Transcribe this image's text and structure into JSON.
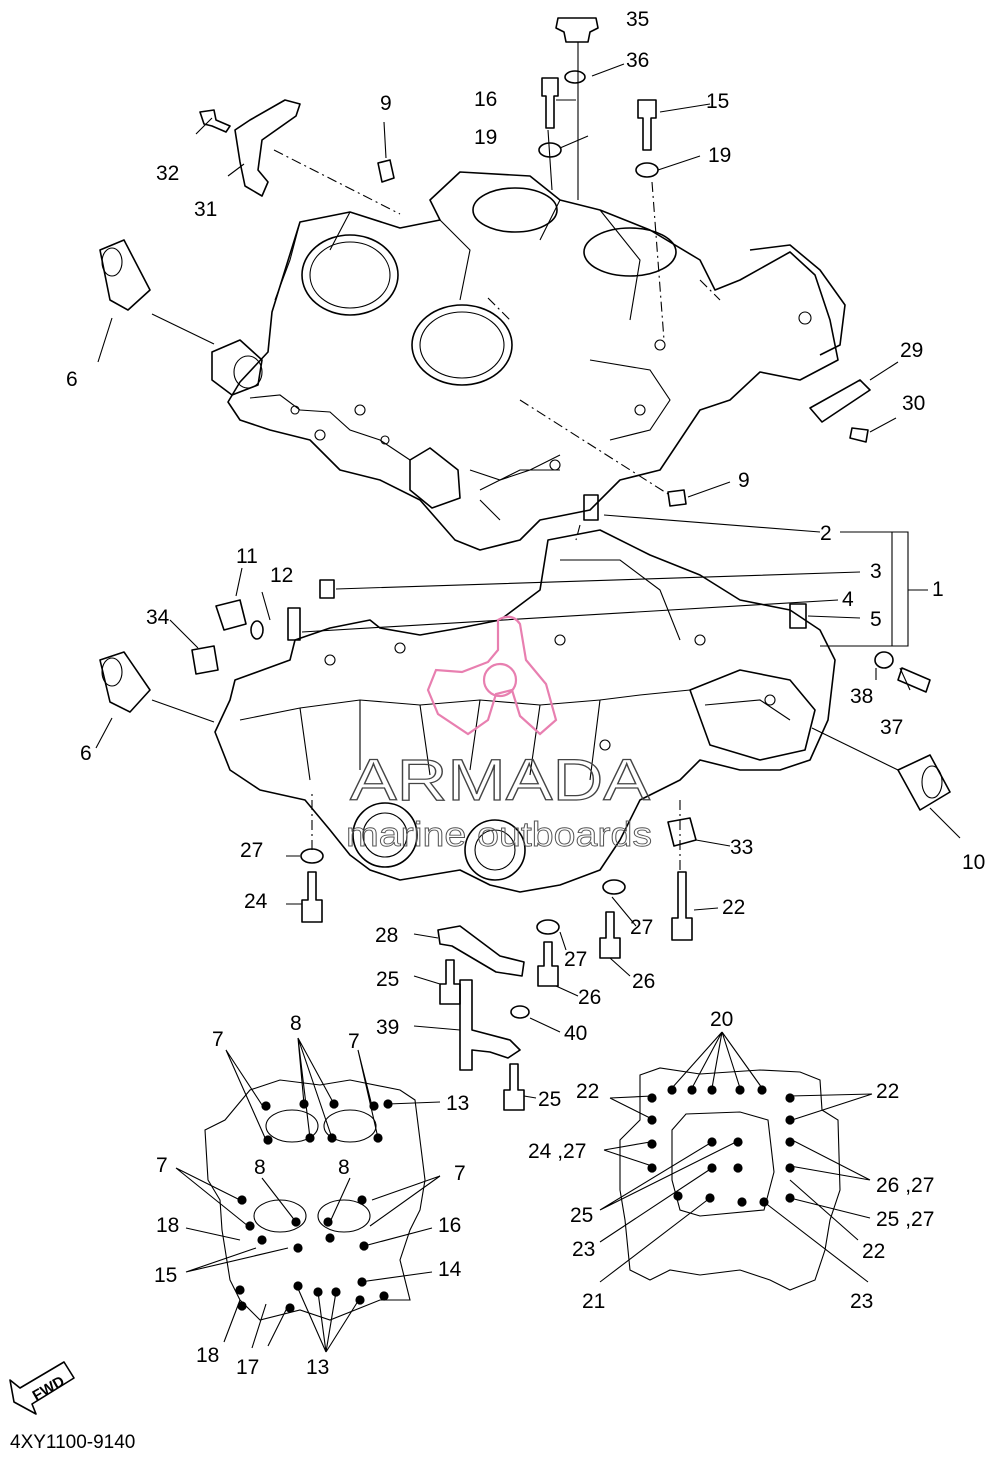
{
  "diagram": {
    "code": "4XY1100-9140",
    "fwd_label": "FWD",
    "watermark": {
      "brand": "ARMADA",
      "tagline": "marine outboards"
    },
    "callouts": [
      {
        "id": "c35",
        "text": "35"
      },
      {
        "id": "c36",
        "text": "36"
      },
      {
        "id": "c16a",
        "text": "16"
      },
      {
        "id": "c15a",
        "text": "15"
      },
      {
        "id": "c19a",
        "text": "19"
      },
      {
        "id": "c19b",
        "text": "19"
      },
      {
        "id": "c9a",
        "text": "9"
      },
      {
        "id": "c32",
        "text": "32"
      },
      {
        "id": "c31",
        "text": "31"
      },
      {
        "id": "c6a",
        "text": "6"
      },
      {
        "id": "c29",
        "text": "29"
      },
      {
        "id": "c30",
        "text": "30"
      },
      {
        "id": "c9b",
        "text": "9"
      },
      {
        "id": "c2",
        "text": "2"
      },
      {
        "id": "c3",
        "text": "3"
      },
      {
        "id": "c1",
        "text": "1"
      },
      {
        "id": "c4",
        "text": "4"
      },
      {
        "id": "c5",
        "text": "5"
      },
      {
        "id": "c11",
        "text": "11"
      },
      {
        "id": "c12",
        "text": "12"
      },
      {
        "id": "c34",
        "text": "34"
      },
      {
        "id": "c38",
        "text": "38"
      },
      {
        "id": "c37",
        "text": "37"
      },
      {
        "id": "c6b",
        "text": "6"
      },
      {
        "id": "c10",
        "text": "10"
      },
      {
        "id": "c33",
        "text": "33"
      },
      {
        "id": "c27a",
        "text": "27"
      },
      {
        "id": "c24a",
        "text": "24"
      },
      {
        "id": "c22a",
        "text": "22"
      },
      {
        "id": "c27b",
        "text": "27"
      },
      {
        "id": "c28",
        "text": "28"
      },
      {
        "id": "c27c",
        "text": "27"
      },
      {
        "id": "c26a",
        "text": "26"
      },
      {
        "id": "c26b",
        "text": "26"
      },
      {
        "id": "c25a",
        "text": "25"
      },
      {
        "id": "c39",
        "text": "39"
      },
      {
        "id": "c40",
        "text": "40"
      },
      {
        "id": "c25b",
        "text": "25"
      },
      {
        "id": "c7a",
        "text": "7"
      },
      {
        "id": "c8a",
        "text": "8"
      },
      {
        "id": "c7b",
        "text": "7"
      },
      {
        "id": "c13a",
        "text": "13"
      },
      {
        "id": "c7c",
        "text": "7"
      },
      {
        "id": "c8b",
        "text": "8"
      },
      {
        "id": "c8c",
        "text": "8"
      },
      {
        "id": "c7d",
        "text": "7"
      },
      {
        "id": "c18a",
        "text": "18"
      },
      {
        "id": "c16b",
        "text": "16"
      },
      {
        "id": "c15b",
        "text": "15"
      },
      {
        "id": "c14",
        "text": "14"
      },
      {
        "id": "c18b",
        "text": "18"
      },
      {
        "id": "c17",
        "text": "17"
      },
      {
        "id": "c13b",
        "text": "13"
      },
      {
        "id": "c20",
        "text": "20"
      },
      {
        "id": "c22b",
        "text": "22"
      },
      {
        "id": "c22c",
        "text": "22"
      },
      {
        "id": "c2427",
        "text": "24 ,27"
      },
      {
        "id": "c2627",
        "text": "26 ,27"
      },
      {
        "id": "c25c",
        "text": "25"
      },
      {
        "id": "c2527",
        "text": "25 ,27"
      },
      {
        "id": "c23a",
        "text": "23"
      },
      {
        "id": "c22d",
        "text": "22"
      },
      {
        "id": "c21",
        "text": "21"
      },
      {
        "id": "c23b",
        "text": "23"
      }
    ]
  }
}
